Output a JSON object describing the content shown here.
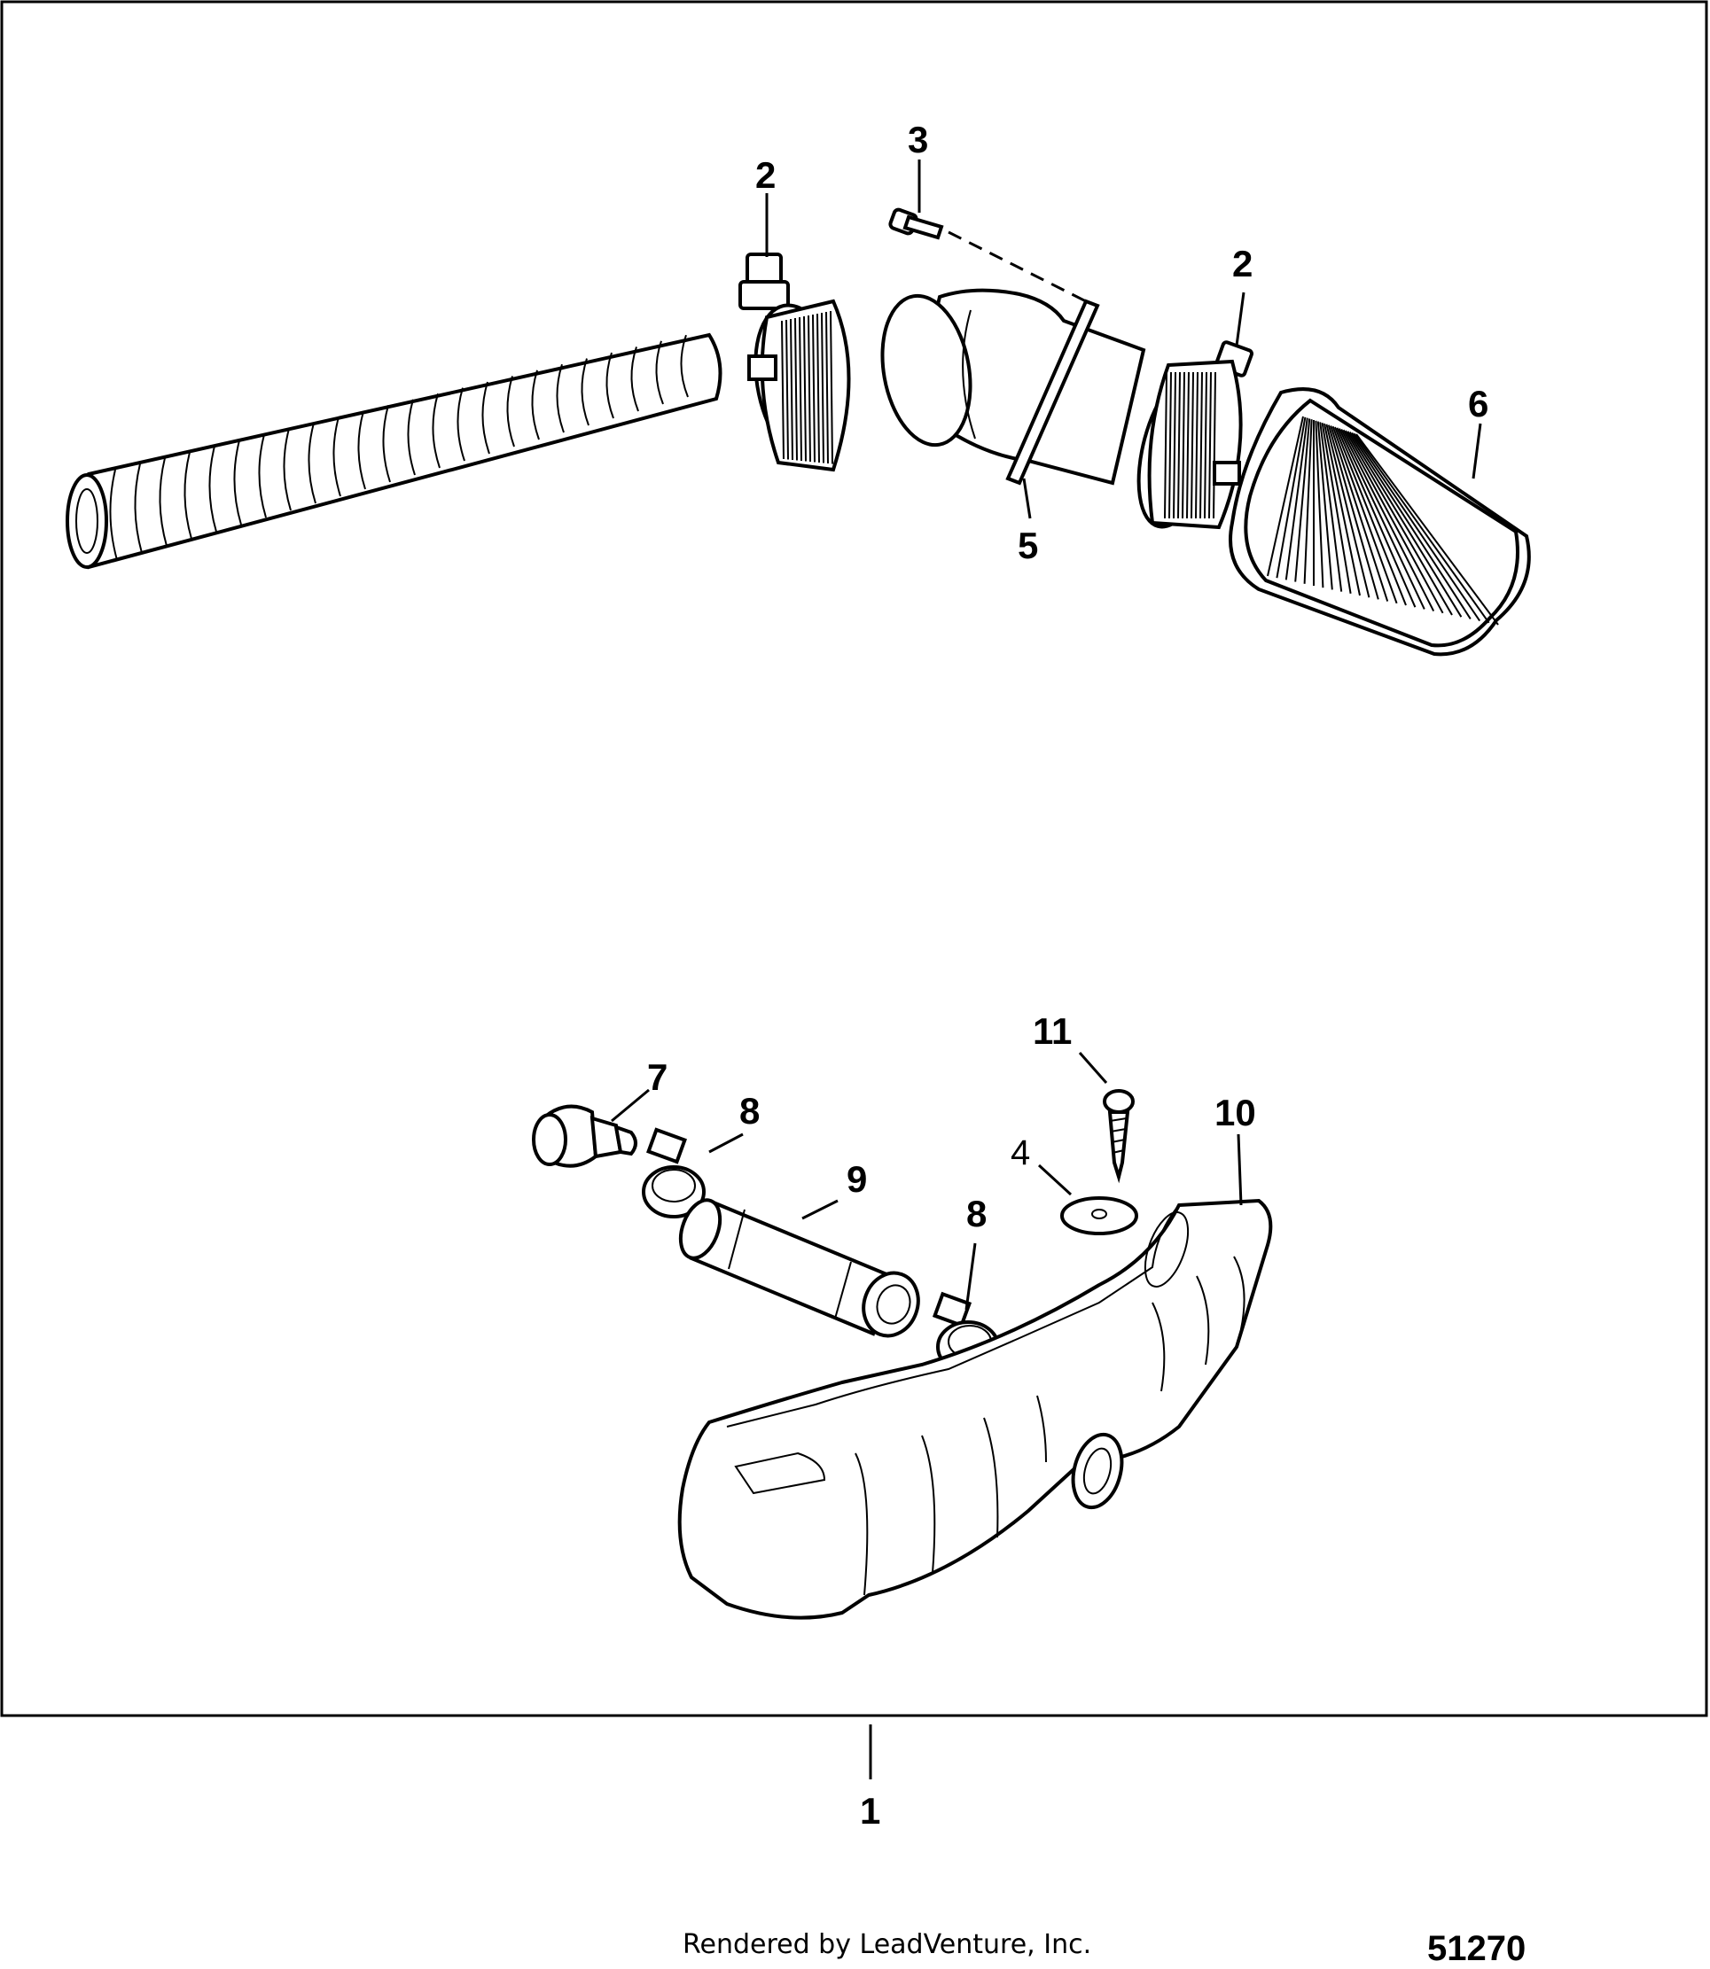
{
  "diagram": {
    "callouts": {
      "c1": "1",
      "c2a": "2",
      "c2b": "2",
      "c3": "3",
      "c4": "4",
      "c5": "5",
      "c6": "6",
      "c7": "7",
      "c8a": "8",
      "c8b": "8",
      "c9": "9",
      "c10": "10",
      "c11": "11"
    }
  },
  "footer": {
    "credit": "Rendered by LeadVenture, Inc.",
    "drawing_number": "51270"
  }
}
